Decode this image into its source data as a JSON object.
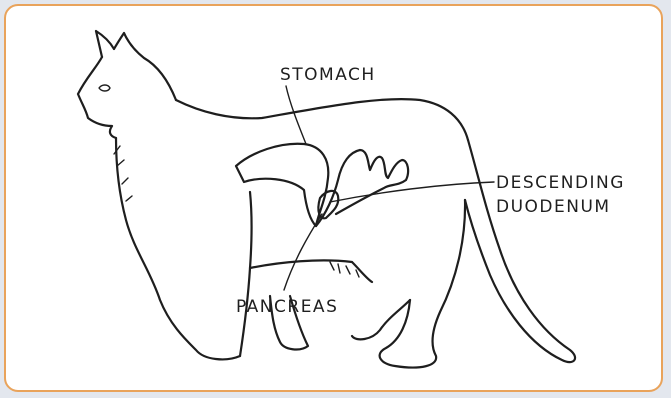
{
  "diagram": {
    "labels": {
      "stomach": "STOMACH",
      "descending_duodenum_line1": "DESCENDING",
      "descending_duodenum_line2": "DUODENUM",
      "pancreas": "PANCREAS"
    },
    "colors": {
      "frame_border": "#e9a35b",
      "background": "#e3e7ee",
      "ink": "#1e1e1e"
    }
  }
}
